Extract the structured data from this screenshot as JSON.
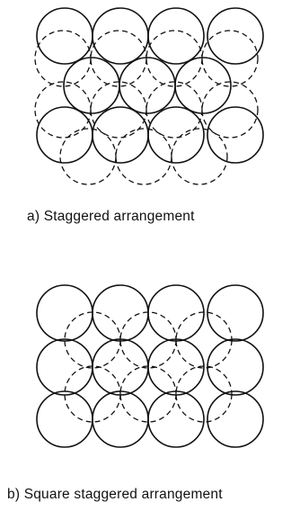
{
  "diagrams": [
    {
      "id": "a",
      "caption": "a)  Staggered arrangement"
    },
    {
      "id": "b",
      "caption": "b) Square staggered arrangement"
    }
  ],
  "colors": {
    "stroke": "#111111",
    "background": "#ffffff"
  }
}
